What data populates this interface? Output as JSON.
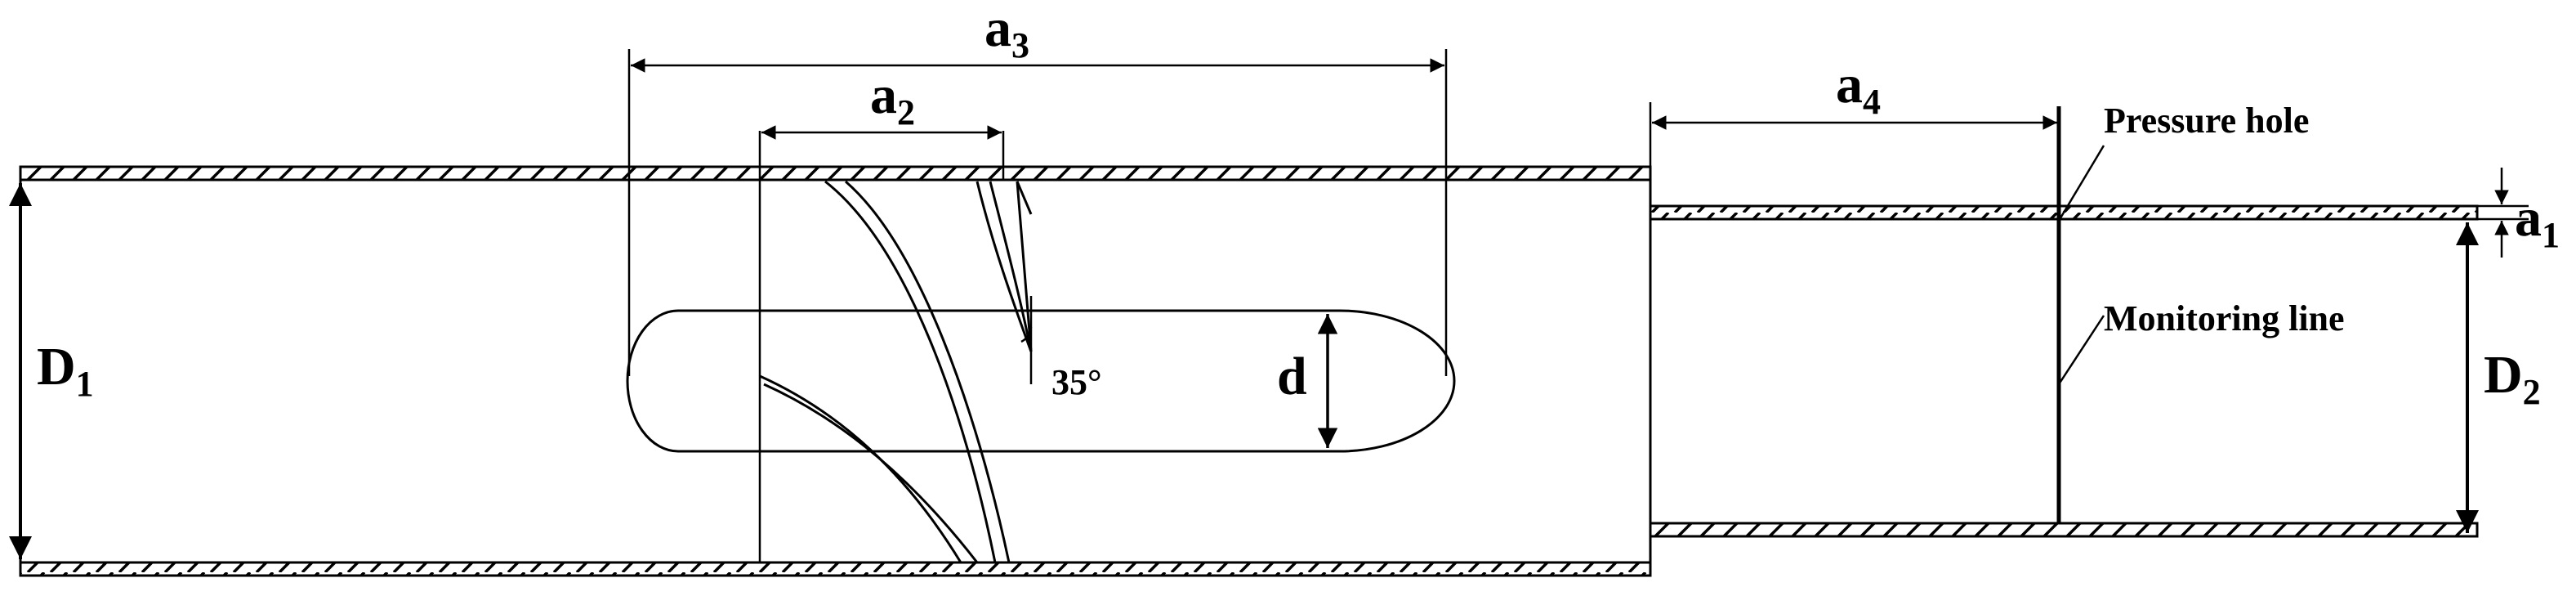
{
  "labels": {
    "a1": {
      "main": "a",
      "sub": "1"
    },
    "a2": {
      "main": "a",
      "sub": "2"
    },
    "a3": {
      "main": "a",
      "sub": "3"
    },
    "a4": {
      "main": "a",
      "sub": "4"
    },
    "D1": {
      "main": "D",
      "sub": "1"
    },
    "D2": {
      "main": "D",
      "sub": "2"
    },
    "d": "d",
    "angle": "35°",
    "pressure_hole": "Pressure hole",
    "monitoring_line": "Monitoring line"
  }
}
